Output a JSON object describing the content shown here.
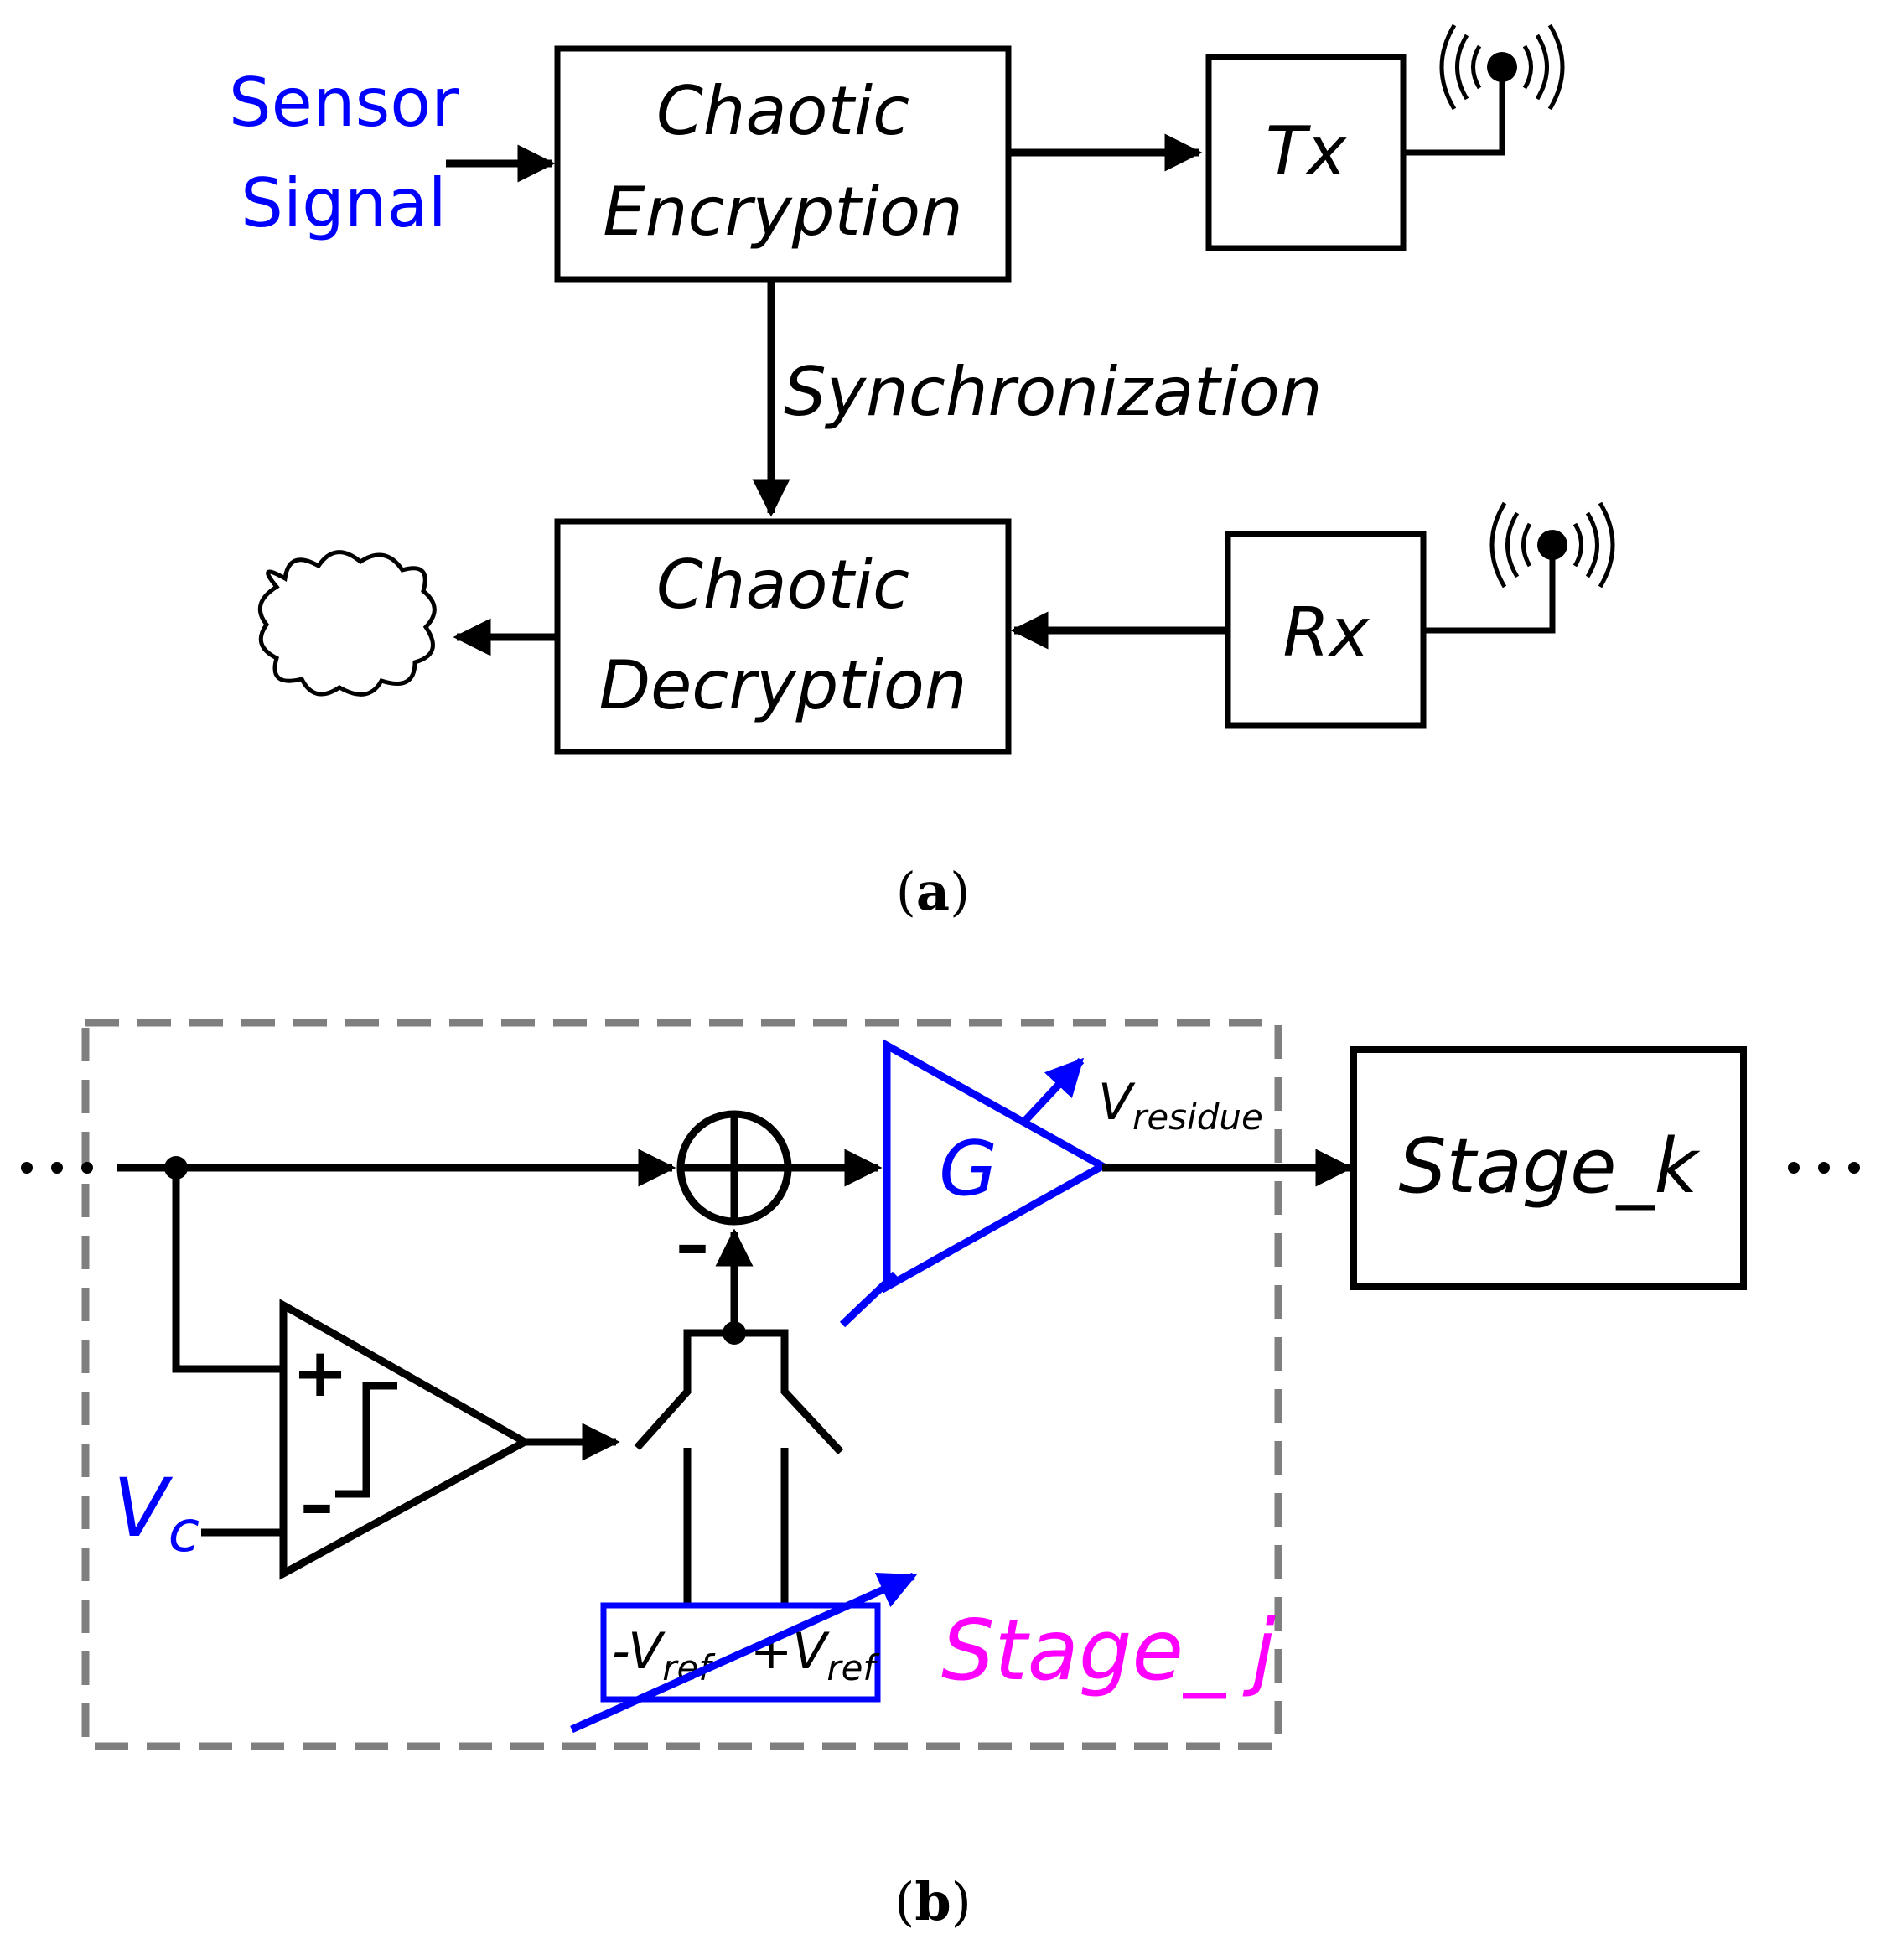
{
  "panel_a": {
    "input_label_line1": "Sensor",
    "input_label_line2": "Signal",
    "encryption_line1": "Chaotic",
    "encryption_line2": "Encryption",
    "tx": "Tx",
    "sync": "Synchronization",
    "decryption_line1": "Chaotic",
    "decryption_line2": "Decryption",
    "rx": "Rx",
    "caption_open": "(",
    "caption_letter": "a",
    "caption_close": ")"
  },
  "panel_b": {
    "gain": "G",
    "residue_main": "V",
    "residue_sub": "residue",
    "stage_k": "Stage_k",
    "vc_main": "V",
    "vc_sub": "c",
    "plus_sign": "+",
    "minus_sign": "–",
    "sum_minus": "–",
    "neg_ref_main": "-V",
    "neg_ref_sub": "ref",
    "pos_ref_main": "+V",
    "pos_ref_sub": "ref",
    "stage_j": "Stage_ j",
    "caption_open": "(",
    "caption_letter": "b",
    "caption_close": ")"
  },
  "colors": {
    "line": "#000000",
    "blue": "#0000ff",
    "magenta": "#ff00ff",
    "dash": "#7f7f7f"
  }
}
